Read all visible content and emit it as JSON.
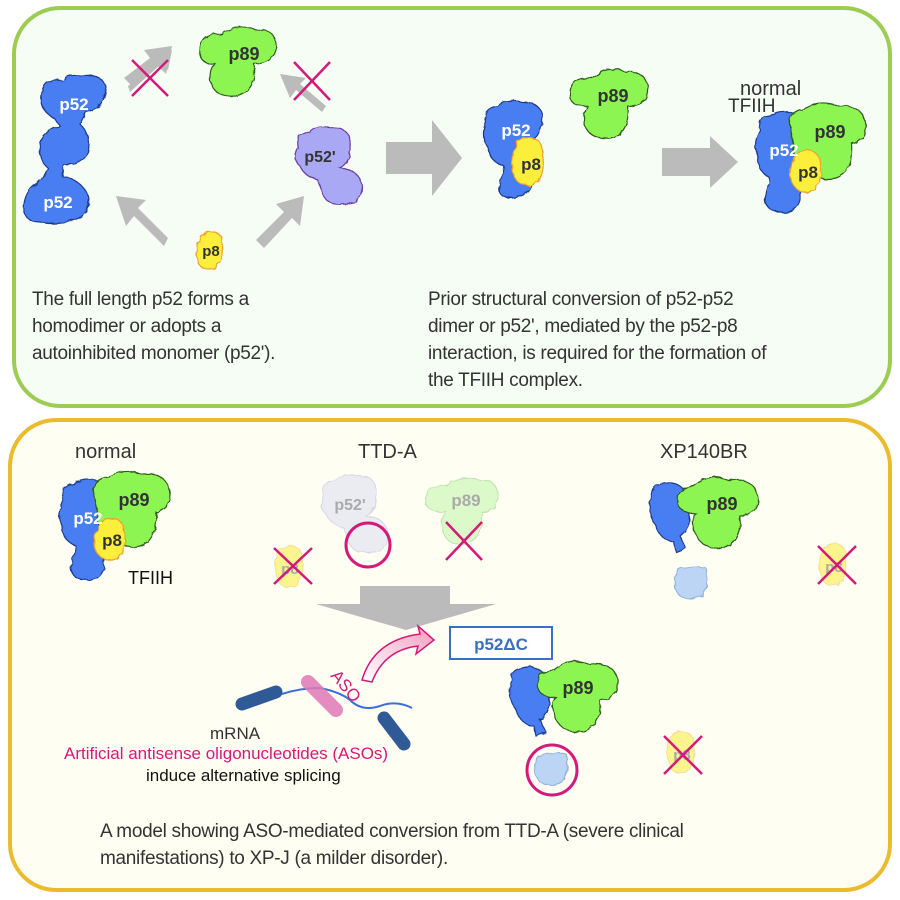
{
  "colors": {
    "top_border": "#9ccd52",
    "bottom_border": "#ecbb2d",
    "p52": "#4a7ef2",
    "p52_stroke": "#1d3a8a",
    "p89": "#8cf551",
    "p89_stroke": "#2e5a1a",
    "p8": "#fbef3a",
    "p8_stroke": "#f0a030",
    "p52_prime": "#a9a8f4",
    "p52_prime_stroke": "#6c3aa0",
    "cross": "#d4197a",
    "arrow": "#bbbbbb",
    "aso": "#d4197a",
    "mrna": "#2f5a96"
  },
  "top_panel": {
    "molecules": {
      "p52_top": "p52",
      "p52_bottom": "p52",
      "p89": "p89",
      "p52_prime": "p52'",
      "p8": "p8",
      "mid_p52": "p52",
      "mid_p8": "p8",
      "mid_p89": "p89",
      "tfiih_p52": "p52",
      "tfiih_p89": "p89",
      "tfiih_p8": "p8"
    },
    "label_normal": "normal",
    "label_tfiih": "TFIIH",
    "caption_left": [
      "The full length p52 forms a",
      "homodimer or adopts a",
      "autoinhibited monomer (p52')."
    ],
    "caption_right": [
      "Prior structural conversion of p52-p52",
      "dimer or p52', mediated by the p52-p8",
      "interaction, is required for the formation of",
      "the TFIIH complex."
    ]
  },
  "bottom_panel": {
    "headers": {
      "normal": "normal",
      "ttd_a": "TTD-A",
      "xp140br": "XP140BR"
    },
    "molecules": {
      "normal_p89": "p89",
      "normal_p52": "p52",
      "normal_p8": "p8",
      "ttd_p52_prime": "p52'",
      "ttd_p89": "p89",
      "ttd_p8": "p8",
      "xp_p89": "p89",
      "xp_p8": "p8",
      "aso_p89": "p89",
      "aso_p8": "p8"
    },
    "label_tfiih": "TFIIH",
    "aso_label": "ASO",
    "p52dc_label": "p52ΔC",
    "mrna_label": "mRNA",
    "aso_full": "Artificial antisense oligonucleotides (ASOs)",
    "aso_effect": "induce alternative splicing",
    "caption": [
      "A model showing ASO-mediated conversion from TTD-A (severe clinical",
      "manifestations) to XP-J (a milder disorder)."
    ]
  }
}
